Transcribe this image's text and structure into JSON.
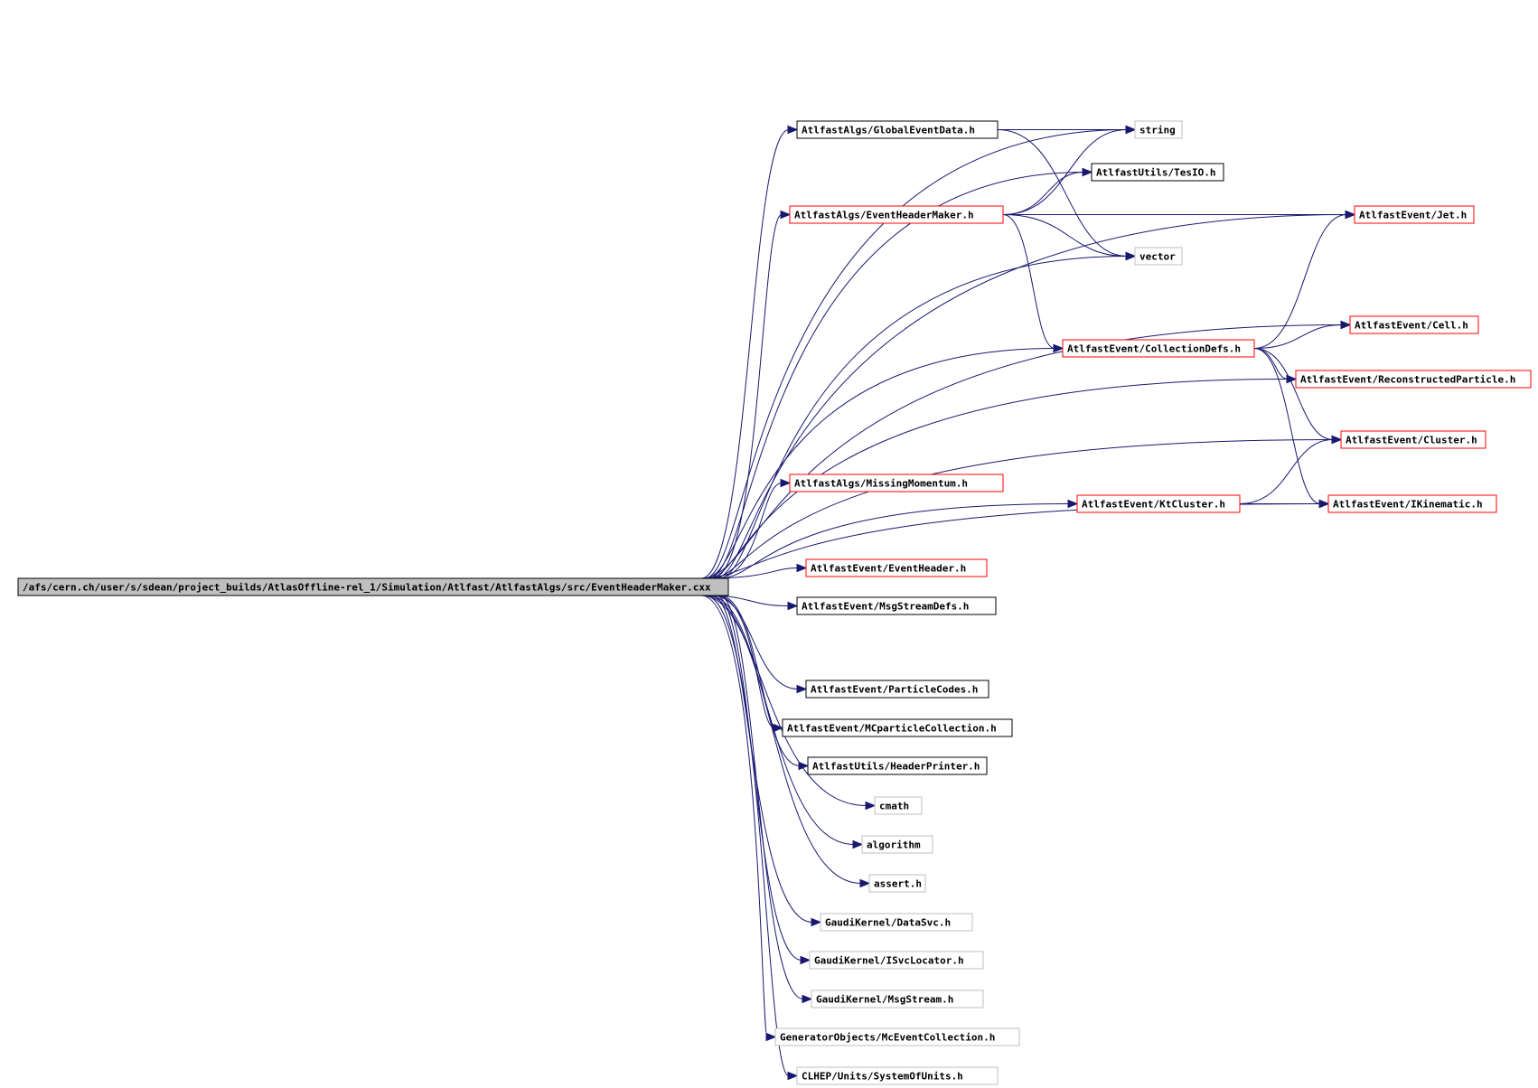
{
  "graph": {
    "root": "/afs/cern.ch/user/s/sdean/project_builds/AtlasOffline-rel_1/Simulation/Atlfast/AtlfastAlgs/src/EventHeaderMaker.cxx",
    "nodes": [
      {
        "id": "root",
        "label": "/afs/cern.ch/user/s/sdean/project_builds/AtlasOffline-rel_1/Simulation/Atlfast/AtlfastAlgs/src/EventHeaderMaker.cxx",
        "kind": "root"
      },
      {
        "id": "GlobalEventData",
        "label": "AtlfastAlgs/GlobalEventData.h",
        "kind": "documented"
      },
      {
        "id": "string",
        "label": "string",
        "kind": "external"
      },
      {
        "id": "TesIO",
        "label": "AtlfastUtils/TesIO.h",
        "kind": "documented"
      },
      {
        "id": "EventHeaderMakerH",
        "label": "AtlfastAlgs/EventHeaderMaker.h",
        "kind": "linked"
      },
      {
        "id": "Jet",
        "label": "AtlfastEvent/Jet.h",
        "kind": "linked"
      },
      {
        "id": "vector",
        "label": "vector",
        "kind": "external"
      },
      {
        "id": "Cell",
        "label": "AtlfastEvent/Cell.h",
        "kind": "linked"
      },
      {
        "id": "CollectionDefs",
        "label": "AtlfastEvent/CollectionDefs.h",
        "kind": "linked"
      },
      {
        "id": "ReconstructedParticle",
        "label": "AtlfastEvent/ReconstructedParticle.h",
        "kind": "linked"
      },
      {
        "id": "Cluster",
        "label": "AtlfastEvent/Cluster.h",
        "kind": "linked"
      },
      {
        "id": "MissingMomentum",
        "label": "AtlfastAlgs/MissingMomentum.h",
        "kind": "linked"
      },
      {
        "id": "KtCluster",
        "label": "AtlfastEvent/KtCluster.h",
        "kind": "linked"
      },
      {
        "id": "IKinematic",
        "label": "AtlfastEvent/IKinematic.h",
        "kind": "linked"
      },
      {
        "id": "EventHeader",
        "label": "AtlfastEvent/EventHeader.h",
        "kind": "linked"
      },
      {
        "id": "MsgStreamDefs",
        "label": "AtlfastEvent/MsgStreamDefs.h",
        "kind": "documented"
      },
      {
        "id": "ParticleCodes",
        "label": "AtlfastEvent/ParticleCodes.h",
        "kind": "documented"
      },
      {
        "id": "MCparticleCollection",
        "label": "AtlfastEvent/MCparticleCollection.h",
        "kind": "documented"
      },
      {
        "id": "HeaderPrinter",
        "label": "AtlfastUtils/HeaderPrinter.h",
        "kind": "documented"
      },
      {
        "id": "cmath",
        "label": "cmath",
        "kind": "external"
      },
      {
        "id": "algorithm",
        "label": "algorithm",
        "kind": "external"
      },
      {
        "id": "assert",
        "label": "assert.h",
        "kind": "external"
      },
      {
        "id": "DataSvc",
        "label": "GaudiKernel/DataSvc.h",
        "kind": "external"
      },
      {
        "id": "ISvcLocator",
        "label": "GaudiKernel/ISvcLocator.h",
        "kind": "external"
      },
      {
        "id": "MsgStream",
        "label": "GaudiKernel/MsgStream.h",
        "kind": "external"
      },
      {
        "id": "McEventCollection",
        "label": "GeneratorObjects/McEventCollection.h",
        "kind": "external"
      },
      {
        "id": "SystemOfUnits",
        "label": "CLHEP/Units/SystemOfUnits.h",
        "kind": "external"
      }
    ],
    "edges": [
      [
        "root",
        "GlobalEventData"
      ],
      [
        "root",
        "string"
      ],
      [
        "root",
        "TesIO"
      ],
      [
        "root",
        "EventHeaderMakerH"
      ],
      [
        "root",
        "Jet"
      ],
      [
        "root",
        "vector"
      ],
      [
        "root",
        "Cell"
      ],
      [
        "root",
        "CollectionDefs"
      ],
      [
        "root",
        "ReconstructedParticle"
      ],
      [
        "root",
        "Cluster"
      ],
      [
        "root",
        "MissingMomentum"
      ],
      [
        "root",
        "KtCluster"
      ],
      [
        "root",
        "IKinematic"
      ],
      [
        "root",
        "EventHeader"
      ],
      [
        "root",
        "MsgStreamDefs"
      ],
      [
        "root",
        "ParticleCodes"
      ],
      [
        "root",
        "MCparticleCollection"
      ],
      [
        "root",
        "HeaderPrinter"
      ],
      [
        "root",
        "cmath"
      ],
      [
        "root",
        "algorithm"
      ],
      [
        "root",
        "assert"
      ],
      [
        "root",
        "DataSvc"
      ],
      [
        "root",
        "ISvcLocator"
      ],
      [
        "root",
        "MsgStream"
      ],
      [
        "root",
        "McEventCollection"
      ],
      [
        "root",
        "SystemOfUnits"
      ],
      [
        "GlobalEventData",
        "string"
      ],
      [
        "GlobalEventData",
        "vector"
      ],
      [
        "EventHeaderMakerH",
        "string"
      ],
      [
        "EventHeaderMakerH",
        "TesIO"
      ],
      [
        "EventHeaderMakerH",
        "Jet"
      ],
      [
        "EventHeaderMakerH",
        "vector"
      ],
      [
        "EventHeaderMakerH",
        "CollectionDefs"
      ],
      [
        "CollectionDefs",
        "Cell"
      ],
      [
        "CollectionDefs",
        "Jet"
      ],
      [
        "CollectionDefs",
        "ReconstructedParticle"
      ],
      [
        "CollectionDefs",
        "Cluster"
      ],
      [
        "CollectionDefs",
        "IKinematic"
      ],
      [
        "KtCluster",
        "Cluster"
      ],
      [
        "KtCluster",
        "IKinematic"
      ]
    ]
  },
  "colors": {
    "edge": "#191970",
    "linked_border": "#ff0000",
    "documented_border": "#000000",
    "external_border": "#bfbfbf",
    "root_fill": "#bfbfbf"
  }
}
